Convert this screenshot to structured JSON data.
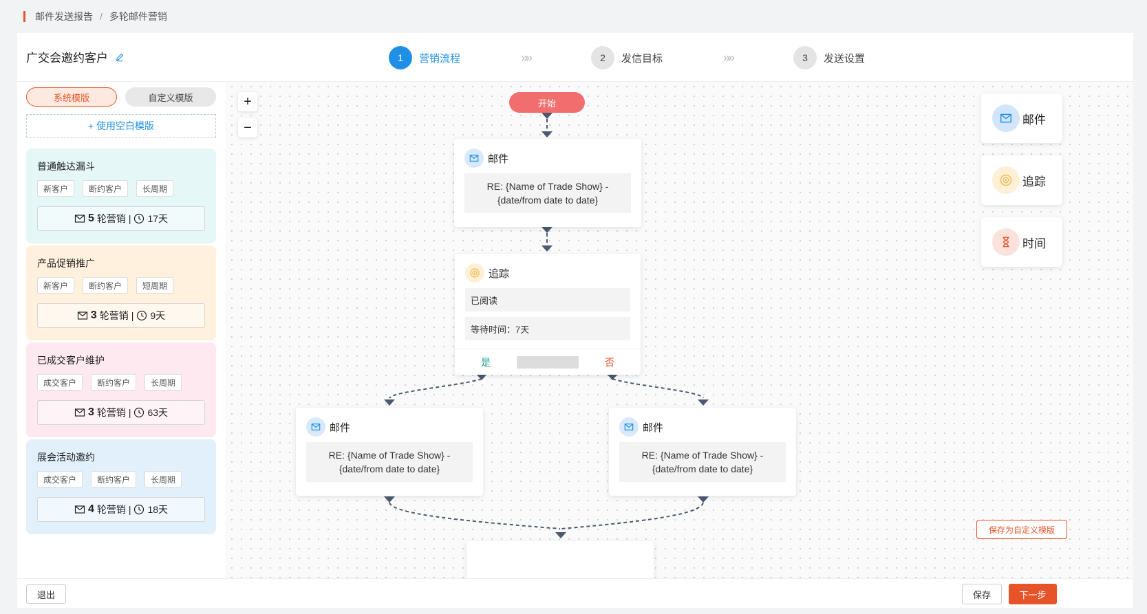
{
  "breadcrumb": {
    "parent": "邮件发送报告",
    "separator": "/",
    "current": "多轮邮件营销"
  },
  "campaign": {
    "title": "广交会邀约客户"
  },
  "steps": [
    {
      "num": "1",
      "label": "营销流程"
    },
    {
      "num": "2",
      "label": "发信目标"
    },
    {
      "num": "3",
      "label": "发送设置"
    }
  ],
  "step_arrow": "»",
  "sidebar": {
    "tabs": {
      "system": "系统模版",
      "custom": "自定义模版"
    },
    "blank_template": "+ 使用空白模版",
    "cards": [
      {
        "name": "普通触达漏斗",
        "tags": [
          "新客户",
          "断约客户",
          "长周期"
        ],
        "rounds": "5",
        "rounds_label": "轮营销",
        "divider": "|",
        "days": "17天"
      },
      {
        "name": "产品促销推广",
        "tags": [
          "新客户",
          "断约客户",
          "短周期"
        ],
        "rounds": "3",
        "rounds_label": "轮营销",
        "divider": "|",
        "days": "9天"
      },
      {
        "name": "已成交客户维护",
        "tags": [
          "成交客户",
          "断约客户",
          "长周期"
        ],
        "rounds": "3",
        "rounds_label": "轮营销",
        "divider": "|",
        "days": "63天"
      },
      {
        "name": "展会活动邀约",
        "tags": [
          "成交客户",
          "断约客户",
          "长周期"
        ],
        "rounds": "4",
        "rounds_label": "轮营销",
        "divider": "|",
        "days": "18天"
      }
    ],
    "card_colors": [
      "#e5f7f7",
      "#fff1de",
      "#fde9ef",
      "#e2f0fc"
    ]
  },
  "canvas": {
    "zoom_in": "+",
    "zoom_out": "−",
    "start": "开始",
    "nodes": {
      "mail1": {
        "type": "邮件",
        "subject": "RE: {Name of Trade Show} - {date/from date to date}"
      },
      "track": {
        "type": "追踪",
        "condition": "已阅读",
        "wait": "等待时间：7天",
        "yes": "是",
        "no": "否"
      },
      "mail_yes": {
        "type": "邮件",
        "subject": "RE: {Name of Trade Show} - {date/from date to date}"
      },
      "mail_no": {
        "type": "邮件",
        "subject": "RE: {Name of Trade Show} - {date/from date to date}"
      }
    },
    "palette": {
      "mail": "邮件",
      "track": "追踪",
      "time": "时间"
    },
    "save_template": "保存为自定义模版"
  },
  "footer": {
    "exit": "退出",
    "save": "保存",
    "next": "下一步"
  },
  "colors": {
    "accent": "#e8542a",
    "primary": "#1e90e6",
    "start": "#f26d6d",
    "yes": "#1aa394",
    "connector": "#4b5a6e"
  }
}
